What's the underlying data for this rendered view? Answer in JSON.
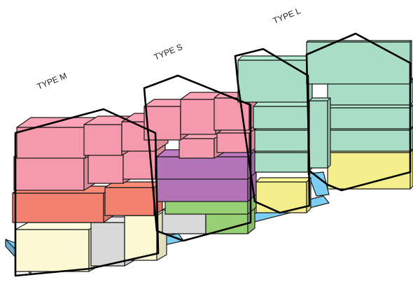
{
  "labels": {
    "type_m": "TYPE M",
    "type_s": "TYPE S",
    "type_l": "TYPE L"
  },
  "colors": {
    "pink": "#f49aac",
    "coral": "#f2826f",
    "cream": "#fbf8d3",
    "gray": "#d9d9d9",
    "purple": "#b373b7",
    "green": "#97cf74",
    "mint": "#a9ddc6",
    "yellow": "#f4ef8c",
    "blue": "#7ccdf2"
  }
}
